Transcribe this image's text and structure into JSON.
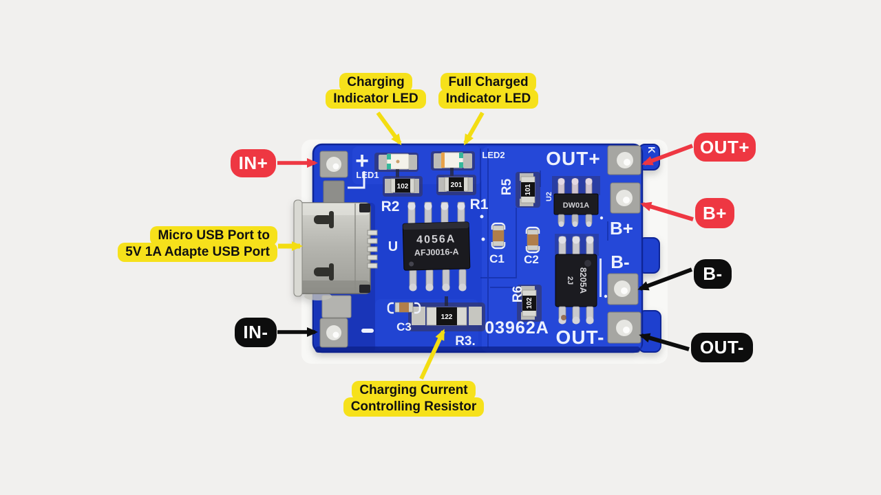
{
  "colors": {
    "background": "#f1f0ee",
    "board_blue": "#1e40cf",
    "board_blue_light": "#3b5ff2",
    "board_blue_dark": "#0d2390",
    "silkscreen_white": "#edf1fd",
    "label_yellow": "#f6e11b",
    "label_red": "#ee3742",
    "label_black": "#0d0d0d",
    "pad_silver": "#a6a6a2",
    "chip_black": "#1a1a1f",
    "capacitor_tan": "#b07e4a",
    "led_teal": "#35b79b"
  },
  "annotations": {
    "charging_led": {
      "line1": "Charging",
      "line2": "Indicator LED"
    },
    "full_charged_led": {
      "line1": "Full Charged",
      "line2": "Indicator LED"
    },
    "micro_usb": {
      "line1": "Micro USB Port to",
      "line2": "5V 1A Adapte USB Port"
    },
    "charging_resistor": {
      "line1": "Charging Current",
      "line2": "Controlling Resistor"
    },
    "in_plus": {
      "text": "IN+"
    },
    "out_plus": {
      "text": "OUT+"
    },
    "b_plus": {
      "text": "B+"
    },
    "b_minus": {
      "text": "B-"
    },
    "out_minus": {
      "text": "OUT-"
    },
    "in_minus": {
      "text": "IN-"
    }
  },
  "pcb": {
    "silkscreen": {
      "plus": "+",
      "minus_bar": "-",
      "led1": "LED1",
      "led2": "LED2",
      "r1": "R1",
      "r2": "R2",
      "r3": "R3.",
      "r5": "R5",
      "r6": "R6",
      "u1": "U",
      "u2": "U2",
      "c1": "C1",
      "c2": "C2",
      "c3": "C3",
      "out_plus": "OUT+",
      "out_minus": "OUT-",
      "b_plus": "B+",
      "b_minus": "B-",
      "k": "K",
      "part_number": "03962A"
    },
    "components": {
      "main_ic_line1": "4056A",
      "main_ic_line2": "AFJ0016-A",
      "protection_ic": "DW01A",
      "mosfet_line1": "8205A",
      "mosfet_line2": "2J",
      "r1_value": "201",
      "r2_value": "102",
      "r3_value": "122",
      "r5_value": "101",
      "r6_value": "102"
    }
  }
}
